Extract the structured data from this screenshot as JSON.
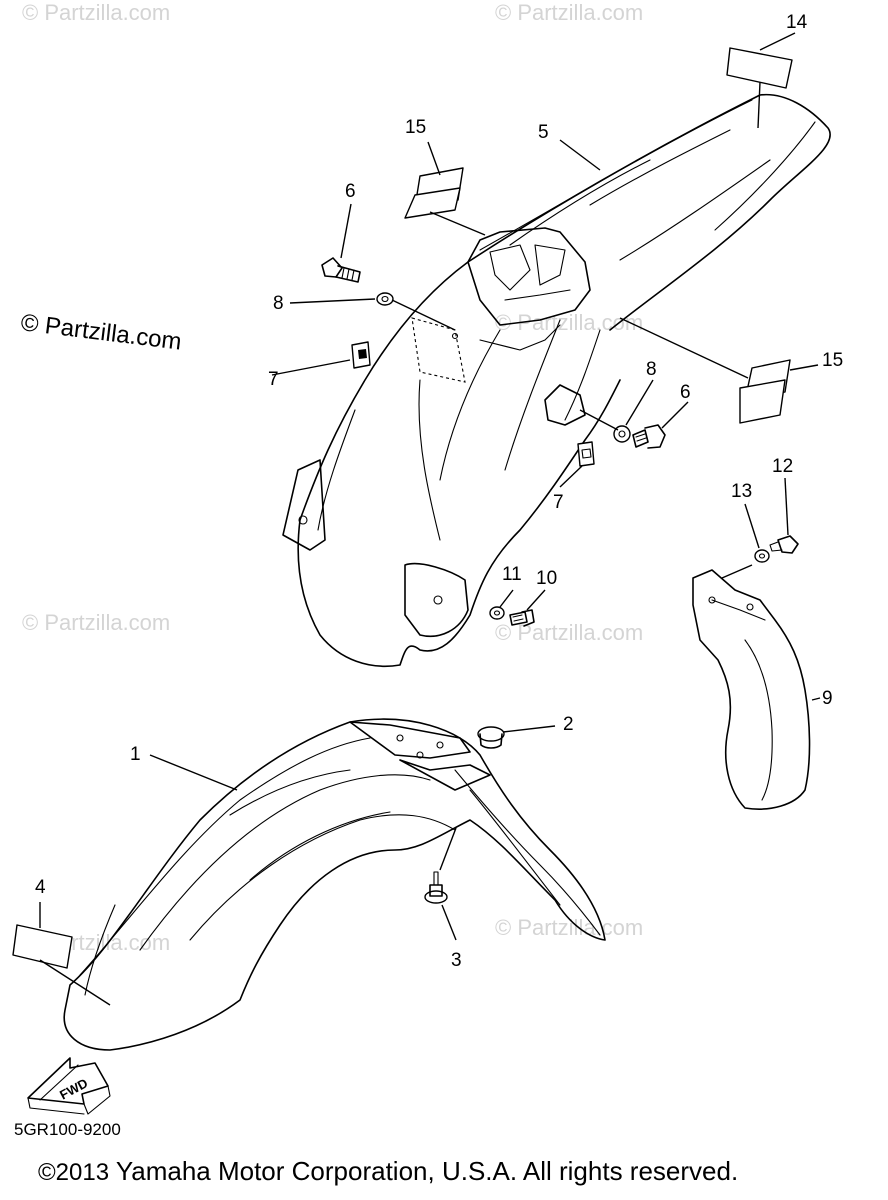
{
  "watermarks": {
    "faint": "© Partzilla.com",
    "dark": "© Partzilla.com"
  },
  "callouts": {
    "c1": "1",
    "c2": "2",
    "c3": "3",
    "c4": "4",
    "c5": "5",
    "c6a": "6",
    "c6b": "6",
    "c7a": "7",
    "c7b": "7",
    "c8a": "8",
    "c8b": "8",
    "c9": "9",
    "c10": "10",
    "c11": "11",
    "c12": "12",
    "c13": "13",
    "c14": "14",
    "c15a": "15",
    "c15b": "15"
  },
  "arrow_label": "FWD",
  "diagram_code": "5GR100-9200",
  "footer": {
    "year": "©2013",
    "text": " Yamaha Motor Corporation, U.S.A. All rights reserved."
  }
}
